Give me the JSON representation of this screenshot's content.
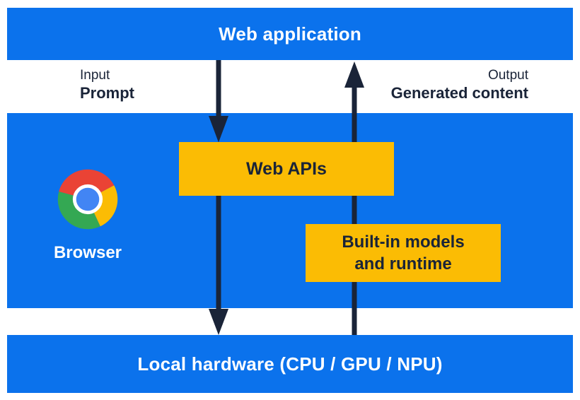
{
  "colors": {
    "blue": "#0B72EC",
    "yellow": "#FBBC04",
    "navy": "#1A2438",
    "white": "#FFFFFF",
    "chrome_red": "#EA4335",
    "chrome_yellow": "#FBBC04",
    "chrome_green": "#34A853",
    "chrome_blue": "#4285F4"
  },
  "layers": {
    "web_application": "Web application",
    "local_hardware": "Local hardware (CPU / GPU / NPU)"
  },
  "io": {
    "input_caption": "Input",
    "input_value": "Prompt",
    "output_caption": "Output",
    "output_value": "Generated content"
  },
  "browser": {
    "label": "Browser"
  },
  "boxes": {
    "web_apis": "Web APIs",
    "builtin_line1": "Built-in models",
    "builtin_line2": "and runtime"
  },
  "icons": {
    "browser_logo": "chrome-logo",
    "down_flow": "arrow-down",
    "up_flow": "arrow-up"
  }
}
